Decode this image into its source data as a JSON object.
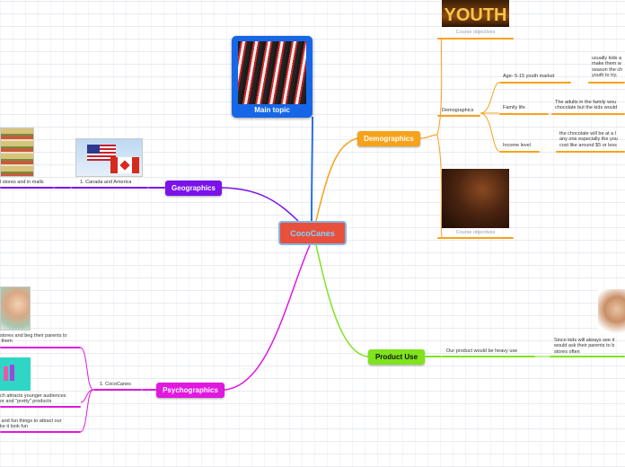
{
  "central": {
    "title": "CocoCanes"
  },
  "floating": {
    "title": "Main topic"
  },
  "branches": {
    "demographics": {
      "title": "Demographics",
      "child": "Demographics",
      "age": {
        "label": "Age- 5-15 youth market",
        "detail": "usually kids a\nmake them w\nseason the ch\nyouth to try."
      },
      "family": {
        "label": "Family life",
        "detail": "The adults in the family wou\nchocolate but the kids would"
      },
      "income": {
        "label": "Income level",
        "detail": "the chocolate will be at a l\nany one especially the you\ncost like around $5 or less"
      },
      "image_top": {
        "caption": "Course objectives",
        "text": "YOUTH"
      },
      "image_bottom": {
        "caption": "Course objectives"
      }
    },
    "geographics": {
      "title": "Geographics",
      "child": "1. Canada and America",
      "grandchild": "l stores and in malls"
    },
    "psychographics": {
      "title": "Psychographics",
      "child": "1. CocoCanes",
      "items": [
        "stores and beg their parents to\n them",
        "ch attracts younger audiences\nor and \"pretty\" products",
        " and fun things to attract our\nke it look fun"
      ]
    },
    "product_use": {
      "title": "Product Use",
      "child": "Our product would be heavy use",
      "detail": "Since kids will always see it\nwould ask their parents to b\nstores often"
    }
  },
  "colors": {
    "central": "#e8503c",
    "demographics": "#f7a21b",
    "geographics": "#7b12ea",
    "psychographics": "#e118e0",
    "product_use": "#7fe31d",
    "main_topic": "#1667e8"
  }
}
